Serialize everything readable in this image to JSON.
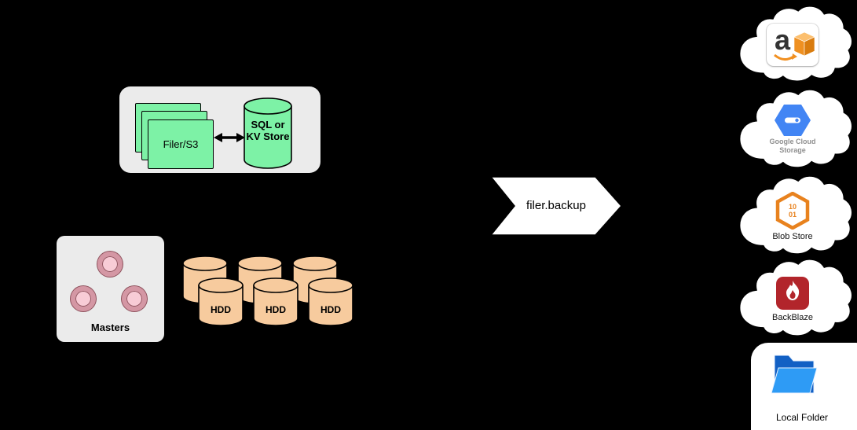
{
  "filer_group": {
    "filer_label": "Filer/S3",
    "store_label": "SQL or KV Store"
  },
  "masters": {
    "label": "Masters"
  },
  "volumes": {
    "hdd_labels": [
      "HDD",
      "HDD",
      "HDD"
    ]
  },
  "backup_flow": {
    "label": "filer.backup"
  },
  "destinations": {
    "amazon_s3": {
      "icon": "aws-logo-with-box",
      "letter": "a"
    },
    "google_cloud_storage": {
      "icon": "gcs-hexagon",
      "label_line1": "Google Cloud",
      "label_line2": "Storage"
    },
    "blob_store": {
      "icon": "blob-hexagon",
      "digits_top": "10",
      "digits_bottom": "01",
      "label": "Blob Store"
    },
    "backblaze": {
      "icon": "flame-square",
      "label": "BackBlaze"
    },
    "local_folder": {
      "icon": "blue-folder",
      "label": "Local Folder"
    }
  },
  "colors": {
    "background": "#000000",
    "panel_gray": "#ebebeb",
    "mint_green": "#7df2a6",
    "tan": "#f7cb9e",
    "pink_fill": "#f8ccd6",
    "pink_ring": "#d497a4",
    "google_blue": "#4285f4",
    "aws_orange": "#f19021",
    "blob_orange": "#e8821e",
    "backblaze_red": "#b2252b",
    "folder_blue": "#2e9bf5"
  }
}
